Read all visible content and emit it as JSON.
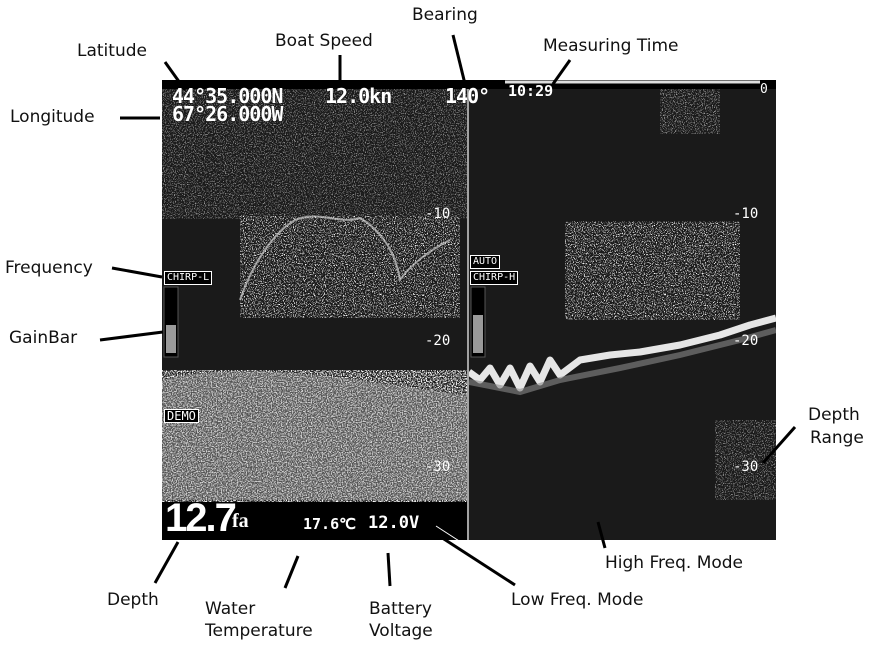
{
  "callouts": {
    "latitude": "Latitude",
    "boat_speed": "Boat Speed",
    "bearing": "Bearing",
    "measuring_time": "Measuring Time",
    "longitude": "Longitude",
    "frequency": "Frequency",
    "gain_bar": "GainBar",
    "depth_range_line1": "Depth",
    "depth_range_line2": "Range",
    "high_freq_mode": "High Freq. Mode",
    "depth": "Depth",
    "water_temperature_line1": "Water",
    "water_temperature_line2": "Temperature",
    "battery_voltage_line1": "Battery",
    "battery_voltage_line2": "Voltage",
    "low_freq_mode": "Low Freq. Mode"
  },
  "screen": {
    "latitude": "44°35.000N",
    "longitude": "67°26.000W",
    "speed": "12.0kn",
    "bearing": "140°",
    "time": "10:29",
    "top_right_depth": "0",
    "depth_value": "12.7",
    "depth_unit": "fa",
    "water_temp": "17.6℃",
    "battery": "12.0V",
    "left_panel": {
      "frequency_tag": "CHIRP-L",
      "demo_tag": "DEMO",
      "ticks": [
        "-10",
        "-20",
        "-30"
      ]
    },
    "right_panel": {
      "auto_tag": "AUTO",
      "frequency_tag": "CHIRP-H",
      "ticks": [
        "-10",
        "-20",
        "-30"
      ]
    }
  },
  "colors": {
    "screen_bg": "#1a1a1a",
    "echo": "#e8e8e8",
    "bottom_echo": "#bfbfbf",
    "callout_line": "#000000"
  }
}
